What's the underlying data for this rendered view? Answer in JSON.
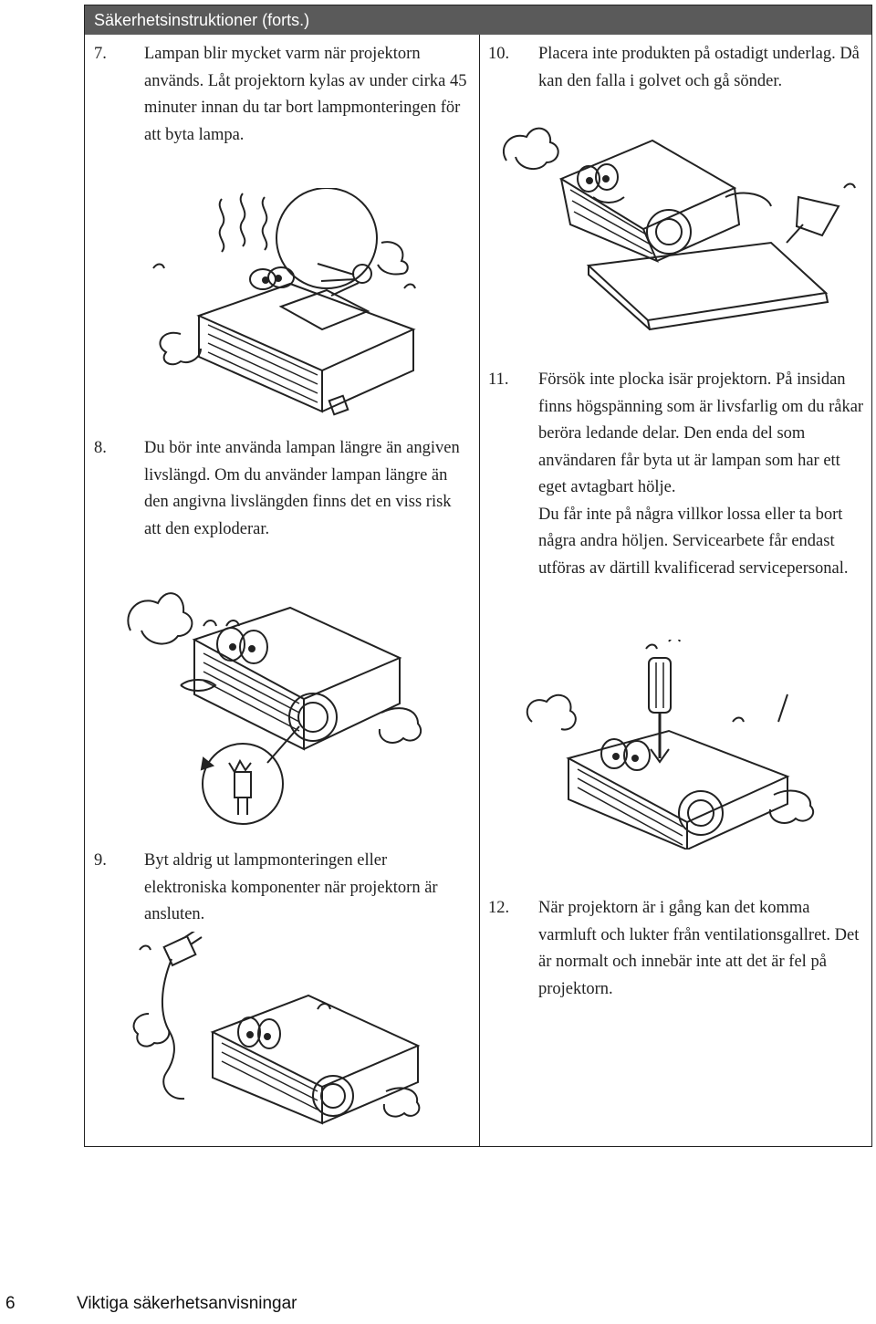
{
  "header": {
    "title": "Säkerhetsinstruktioner (forts.)"
  },
  "items": [
    {
      "num": "7.",
      "text": "Lampan blir mycket varm när projektorn används. Låt projektorn kylas av under cirka 45 minuter innan du tar bort lampmonteringen för att byta lampa."
    },
    {
      "num": "8.",
      "text": "Du bör inte använda lampan längre än angiven livslängd. Om du använder lampan längre än den angivna livslängden finns det en viss risk att den exploderar."
    },
    {
      "num": "9.",
      "text": "Byt aldrig ut lampmonteringen eller elektroniska komponenter när projektorn är ansluten."
    },
    {
      "num": "10.",
      "text": "Placera inte produkten på ostadigt underlag. Då kan den falla i golvet och gå sönder."
    },
    {
      "num": "11.",
      "text": "Försök inte plocka isär projektorn. På insidan finns högspänning som är livsfarlig om du råkar beröra ledande delar. Den enda del som användaren får byta ut är lampan som har ett eget avtagbart hölje.",
      "text2": "Du får inte på några villkor lossa eller ta bort några andra höljen. Servicearbete får endast utföras av därtill kvalificerad servicepersonal."
    },
    {
      "num": "12.",
      "text": "När projektorn är i gång kan det komma varmluft och lukter från ventilationsgallret. Det är normalt och innebär inte att det är fel på projektorn."
    }
  ],
  "footer": {
    "page_number": "6",
    "section": "Viktiga säkerhetsanvisningar"
  }
}
